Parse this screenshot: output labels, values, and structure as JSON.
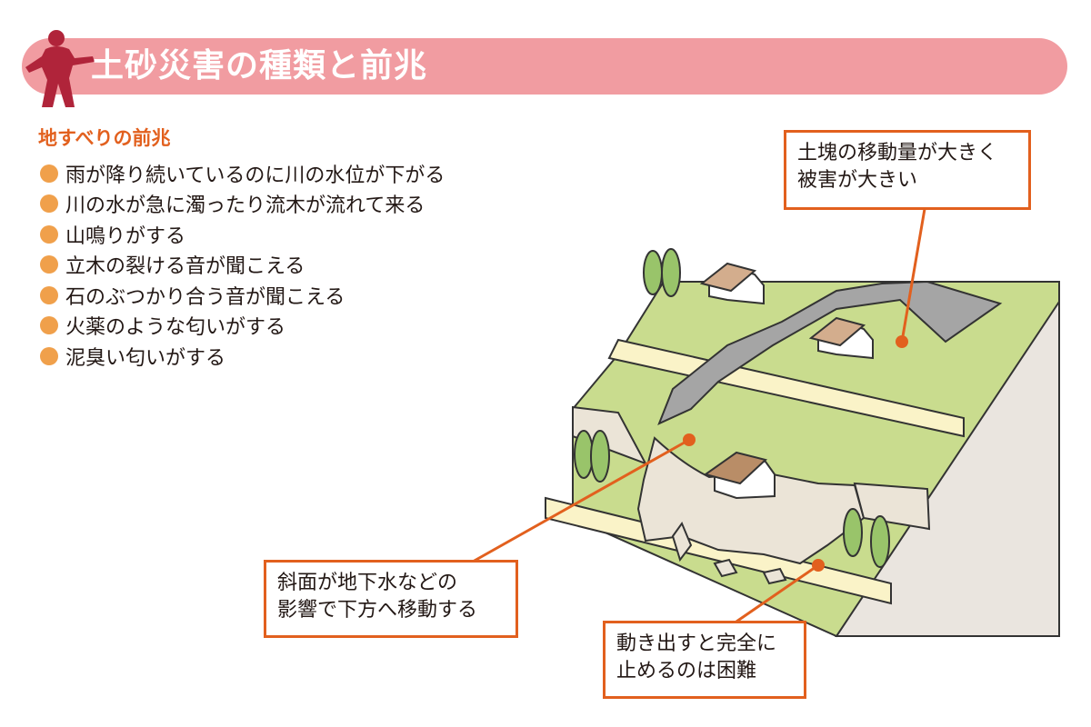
{
  "header": {
    "title": "土砂災害の種類と前兆"
  },
  "section": {
    "title": "地すべりの前兆",
    "signs": [
      "雨が降り続いているのに川の水位が下がる",
      "川の水が急に濁ったり流木が流れて来る",
      "山鳴りがする",
      "立木の裂ける音が聞こえる",
      "石のぶつかり合う音が聞こえる",
      "火薬のような匂いがする",
      "泥臭い匂いがする"
    ]
  },
  "callouts": {
    "top": "土塊の移動量が大きく\n被害が大きい",
    "left": "斜面が地下水などの\n影響で下方へ移動する",
    "bottom": "動き出すと完全に\n止めるのは困難"
  },
  "colors": {
    "header_bar": "#f19ca1",
    "soldier_icon": "#b0243a",
    "accent": "#e2601e",
    "bullet": "#f0a04b",
    "grass": "#c9dc8e",
    "road": "#faf3c8",
    "landslide_soil": "#ebe4d7",
    "scarp": "#a5a5a5"
  },
  "icons": [
    "soldier-icon",
    "bullet-dot",
    "house-icon",
    "tree-icon"
  ]
}
